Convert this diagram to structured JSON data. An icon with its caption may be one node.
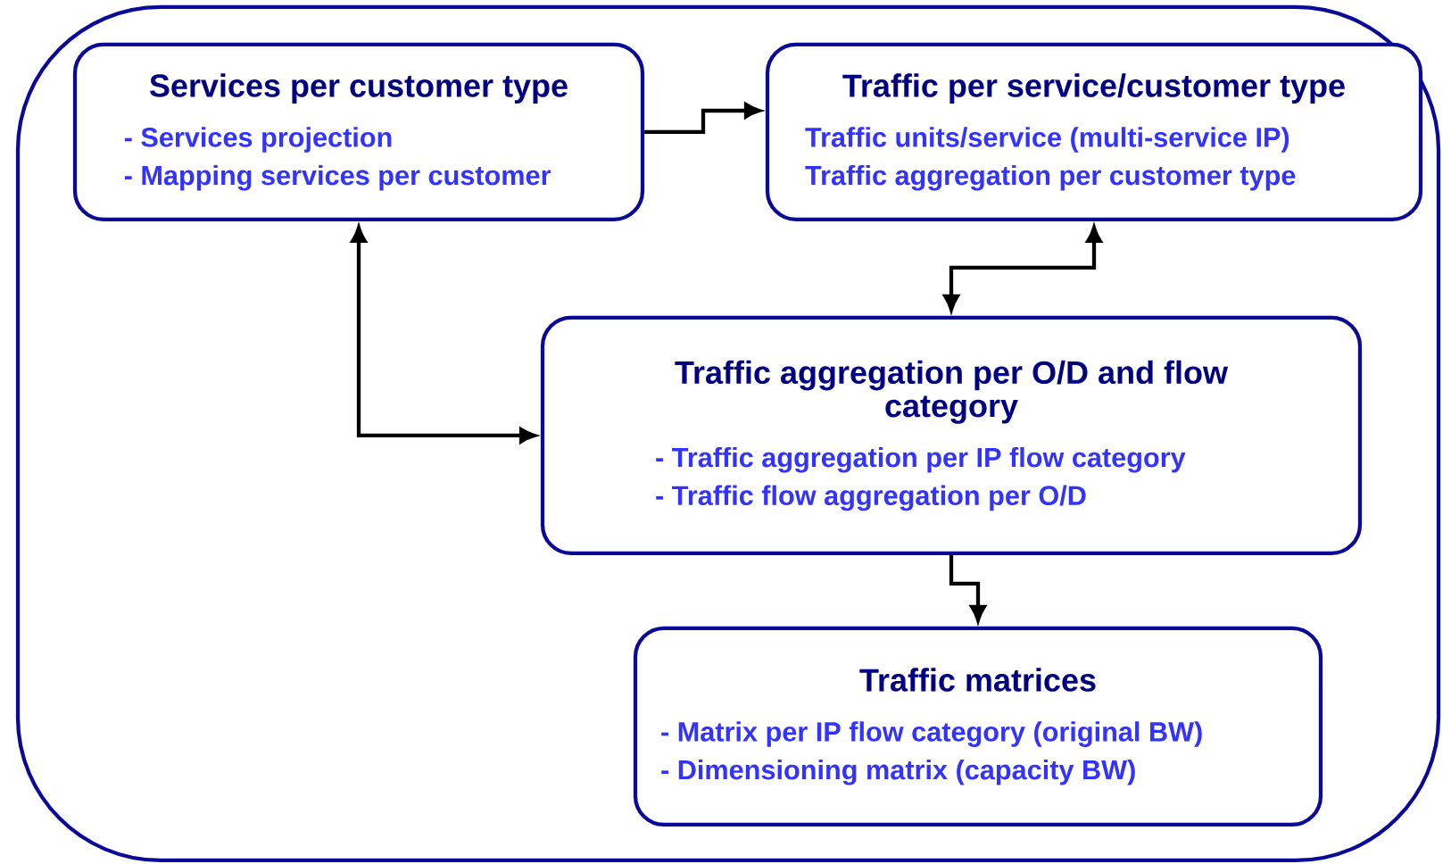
{
  "diagram": {
    "nodes": [
      {
        "text": [
          "Services per customer type",
          "- Services projection",
          "- Mapping services per customer"
        ]
      },
      {
        "text": [
          "Traffic per service/customer type",
          "Traffic units/service (multi-service IP)",
          "Traffic aggregation per customer type"
        ]
      },
      {
        "text": [
          "Traffic aggregation per O/D and flow category",
          "- Traffic aggregation per  IP flow category",
          "- Traffic flow aggregation per O/D"
        ]
      },
      {
        "text": [
          "Traffic matrices",
          "- Matrix per IP flow category (original BW)",
          "- Dimensioning matrix (capacity BW)"
        ]
      }
    ],
    "edges": [
      {
        "from": 0,
        "to": 1,
        "arrow": "to"
      },
      {
        "from": 0,
        "to": 2,
        "arrow": "both"
      },
      {
        "from": 1,
        "to": 2,
        "arrow": "both"
      },
      {
        "from": 2,
        "to": 3,
        "arrow": "to"
      }
    ]
  }
}
